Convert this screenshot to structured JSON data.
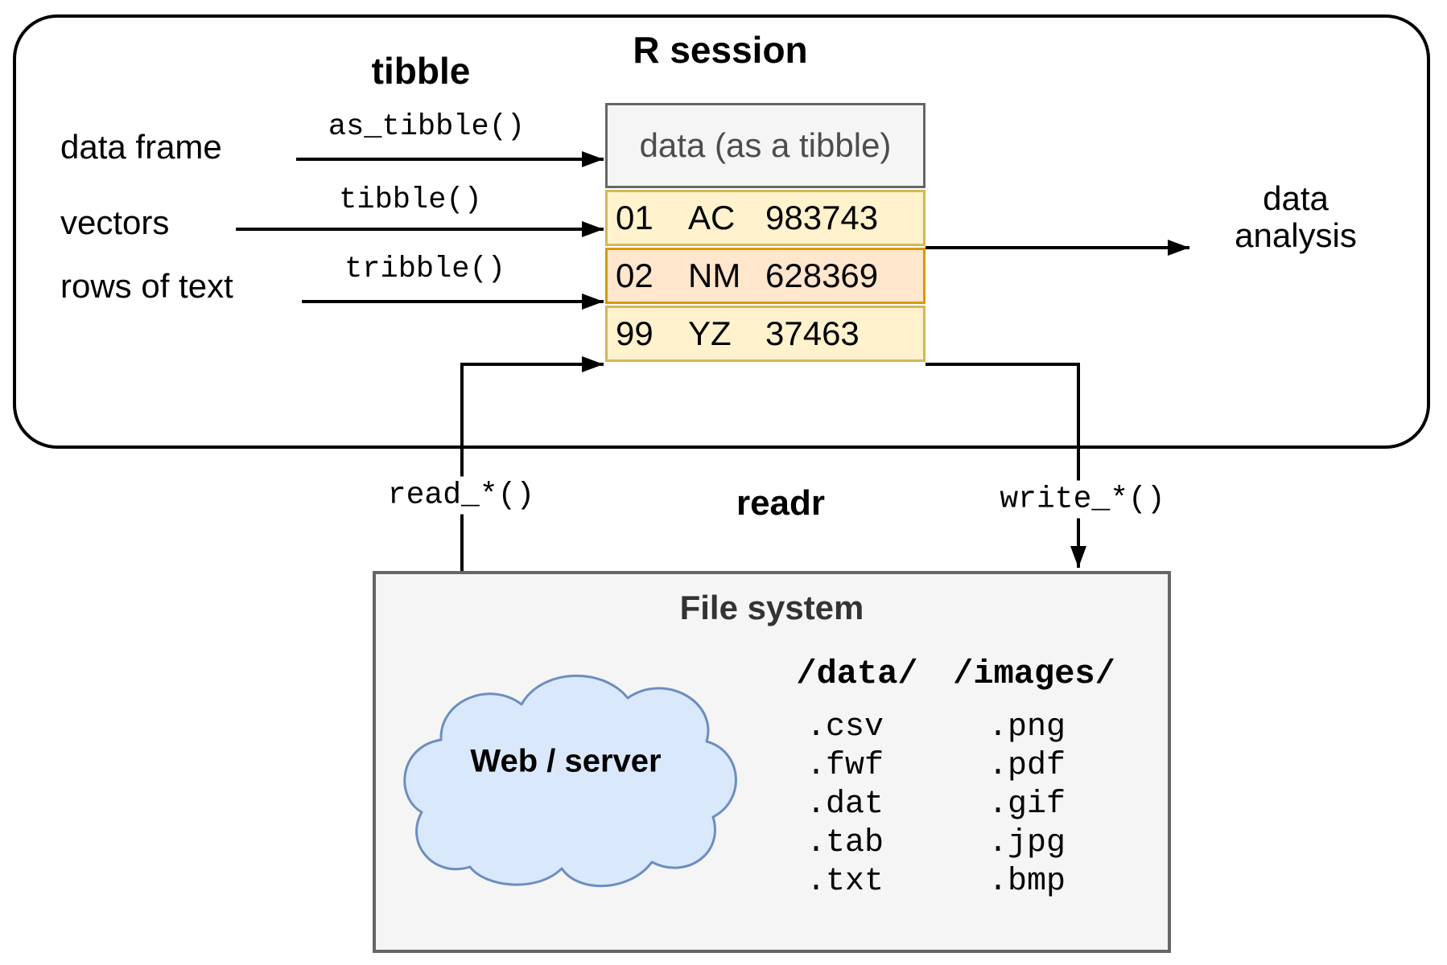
{
  "r_session": {
    "title": "R session",
    "tibble_heading": "tibble",
    "sources": [
      {
        "label": "data frame",
        "fn": "as_tibble()"
      },
      {
        "label": "vectors",
        "fn": "tibble()"
      },
      {
        "label": "rows of text",
        "fn": "tribble()"
      }
    ],
    "table": {
      "header": "data (as a tibble)",
      "rows": [
        {
          "id": "01",
          "code": "AC",
          "value": "983743"
        },
        {
          "id": "02",
          "code": "NM",
          "value": "628369"
        },
        {
          "id": "99",
          "code": "YZ",
          "value": "37463"
        }
      ]
    },
    "output_label": "data\nanalysis"
  },
  "readr": {
    "heading": "readr",
    "read_fn": "read_*()",
    "write_fn": "write_*()"
  },
  "file_system": {
    "title": "File system",
    "cloud_label": "Web / server",
    "columns": [
      {
        "header": "/data/",
        "items": [
          ".csv",
          ".fwf",
          ".dat",
          ".tab",
          ".txt"
        ]
      },
      {
        "header": "/images/",
        "items": [
          ".png",
          ".pdf",
          ".gif",
          ".jpg",
          ".bmp"
        ]
      }
    ]
  },
  "colors": {
    "row_yellow": "#fff2cc",
    "row_yellow_border": "#d6b656",
    "row_orange": "#ffe6cc",
    "row_orange_border": "#d79b00",
    "panel_fill": "#f5f5f5",
    "panel_border": "#666666",
    "cloud_fill": "#dae8fc",
    "cloud_border": "#6c8ebf",
    "line": "#000000"
  }
}
